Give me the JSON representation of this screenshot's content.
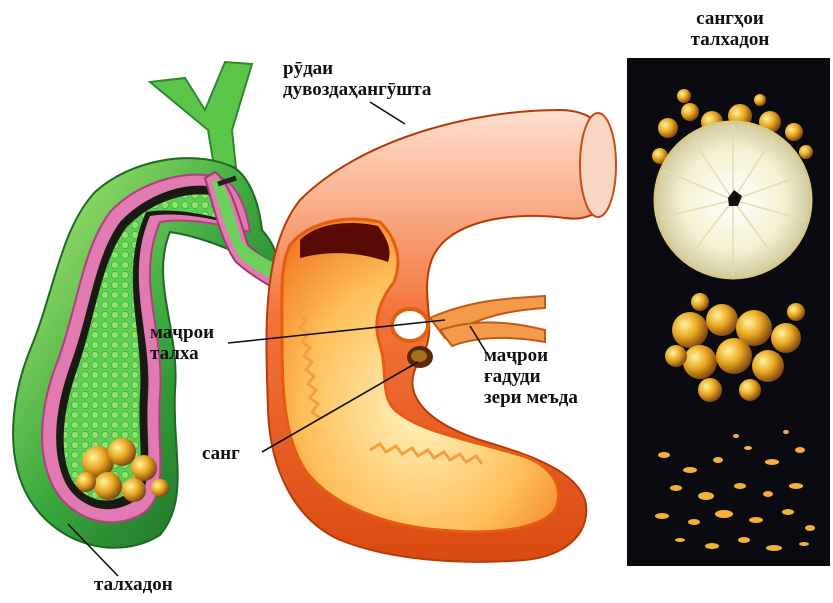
{
  "labels": {
    "duodenum": [
      "рӯдаи",
      "дувоздаҳангӯшта"
    ],
    "bile_duct": [
      "маҷрои",
      "талха"
    ],
    "pancreatic_duct": [
      "маҷрои",
      "ғадуди",
      "зери меъда"
    ],
    "stone": "санг",
    "gallbladder": "талхадон",
    "stones_panel_title": [
      "сангҳои",
      "талхадон"
    ]
  },
  "colors": {
    "gallbladder": "#2f9a3a",
    "bile": "#8fe06a",
    "duodenum": "#f06a1c",
    "duodenum_inner": "#ffd27a",
    "stone": "#e0a020",
    "panel": "#0a0a10"
  }
}
